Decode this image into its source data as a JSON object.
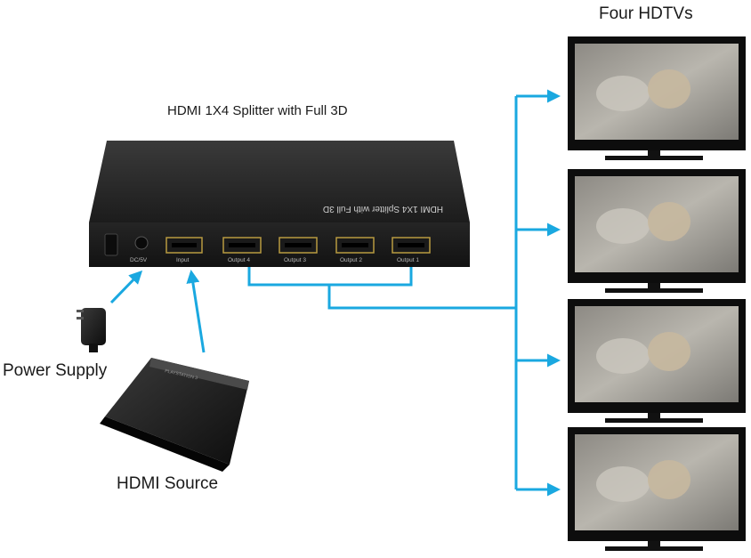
{
  "diagram": {
    "splitter_title": "HDMI 1X4 Splitter with Full 3D",
    "displays_title": "Four HDTVs",
    "power_label": "Power Supply",
    "source_label": "HDMI Source",
    "device_top_text": "HDMI 1X4 Splitter with Full 3D",
    "ports": {
      "dc": "DC/5V",
      "input": "Input",
      "output4": "Output 4",
      "output3": "Output 3",
      "output2": "Output 2",
      "output1": "Output 1"
    },
    "connector_color": "#1aa8e0"
  }
}
